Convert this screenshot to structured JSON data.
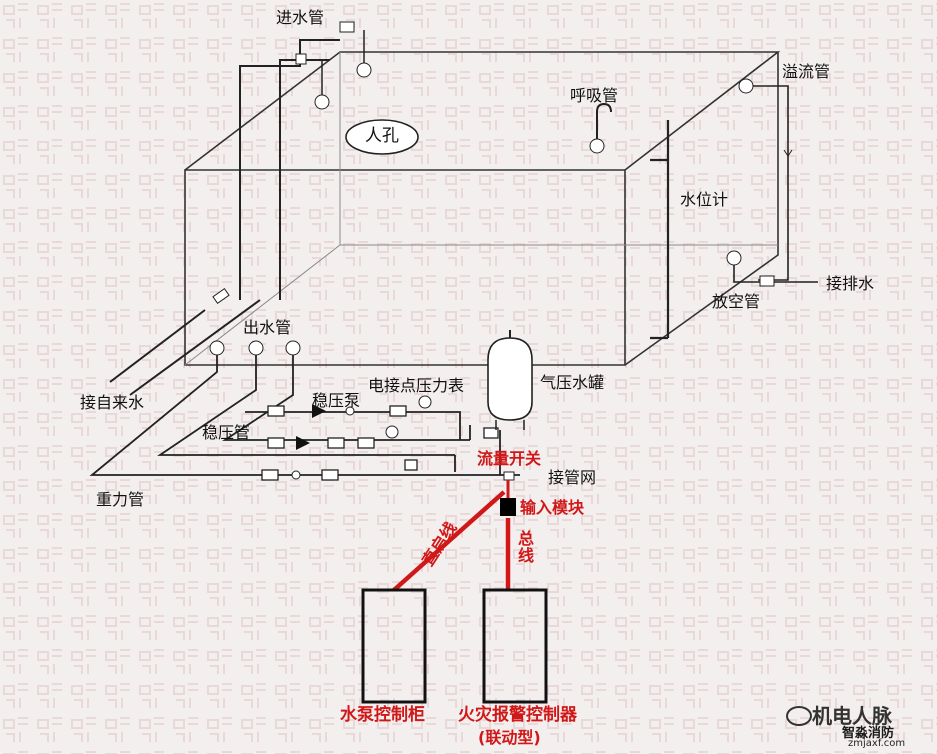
{
  "labels": {
    "inlet_pipe": "进水管",
    "manhole": "人孔",
    "breather_pipe": "呼吸管",
    "overflow_pipe": "溢流管",
    "water_level_gauge": "水位计",
    "drain_connection": "接排水",
    "vent_pipe": "放空管",
    "outlet_pipe": "出水管",
    "city_water": "接自来水",
    "contact_pressure_gauge": "电接点压力表",
    "pressure_tank": "气压水罐",
    "booster_pump": "稳压泵",
    "booster_pipe": "稳压管",
    "gravity_pipe": "重力管",
    "pipe_network": "接管网"
  },
  "red_labels": {
    "flow_switch": "流量开关",
    "input_module": "输入模块",
    "direct_line": "直启线",
    "bus_line": "总线",
    "pump_cabinet": "水泵控制柜",
    "fire_panel": "火灾报警控制器",
    "linkage_type": "(联动型)"
  },
  "watermark": {
    "name": "机电人脉",
    "brand": "智淼消防",
    "url": "zmjaxf.com"
  }
}
